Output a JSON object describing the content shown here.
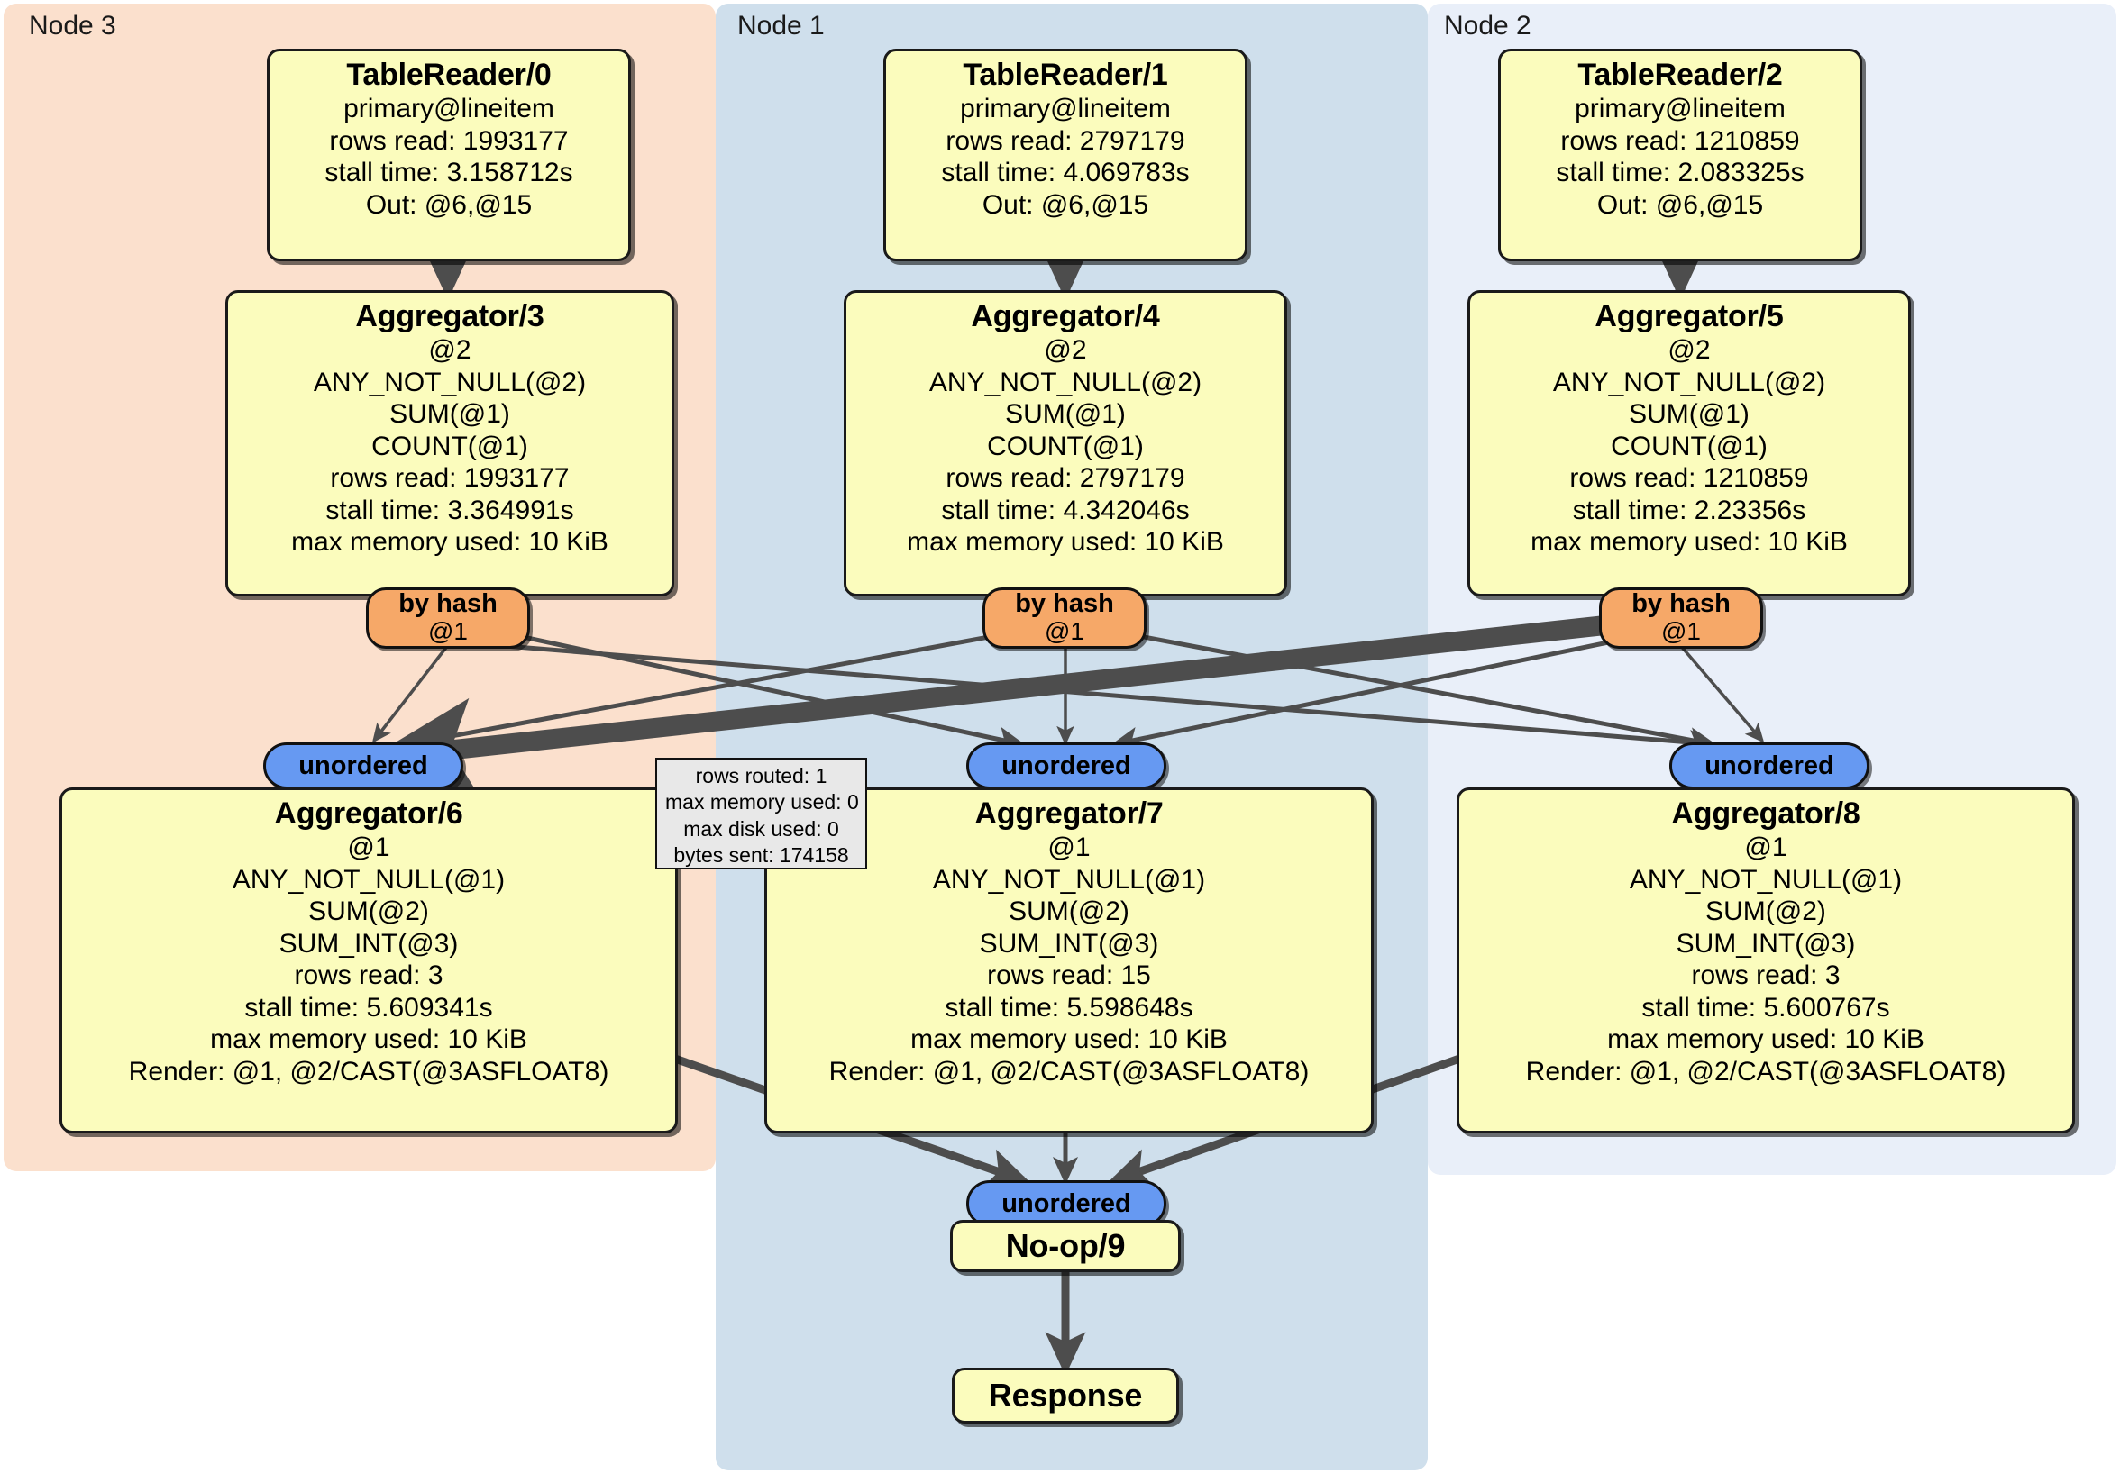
{
  "diagram": {
    "type": "distributed-query-execution-plan",
    "panels": [
      {
        "id": "node3",
        "label": "Node 3",
        "color": "#fbe0cd"
      },
      {
        "id": "node1",
        "label": "Node 1",
        "color": "#cfdfec"
      },
      {
        "id": "node2",
        "label": "Node 2",
        "color": "#e9eff9"
      }
    ],
    "processors": [
      {
        "id": "tablereader0",
        "title": "TableReader/0",
        "lines": [
          "primary@lineitem",
          "rows read: 1993177",
          "stall time: 3.158712s",
          "Out: @6,@15"
        ]
      },
      {
        "id": "tablereader1",
        "title": "TableReader/1",
        "lines": [
          "primary@lineitem",
          "rows read: 2797179",
          "stall time: 4.069783s",
          "Out: @6,@15"
        ]
      },
      {
        "id": "tablereader2",
        "title": "TableReader/2",
        "lines": [
          "primary@lineitem",
          "rows read: 1210859",
          "stall time: 2.083325s",
          "Out: @6,@15"
        ]
      },
      {
        "id": "aggregator3",
        "title": "Aggregator/3",
        "lines": [
          "@2",
          "ANY_NOT_NULL(@2)",
          "SUM(@1)",
          "COUNT(@1)",
          "rows read: 1993177",
          "stall time: 3.364991s",
          "max memory used: 10 KiB"
        ]
      },
      {
        "id": "aggregator4",
        "title": "Aggregator/4",
        "lines": [
          "@2",
          "ANY_NOT_NULL(@2)",
          "SUM(@1)",
          "COUNT(@1)",
          "rows read: 2797179",
          "stall time: 4.342046s",
          "max memory used: 10 KiB"
        ]
      },
      {
        "id": "aggregator5",
        "title": "Aggregator/5",
        "lines": [
          "@2",
          "ANY_NOT_NULL(@2)",
          "SUM(@1)",
          "COUNT(@1)",
          "rows read: 1210859",
          "stall time: 2.23356s",
          "max memory used: 10 KiB"
        ]
      },
      {
        "id": "aggregator6",
        "title": "Aggregator/6",
        "lines": [
          "@1",
          "ANY_NOT_NULL(@1)",
          "SUM(@2)",
          "SUM_INT(@3)",
          "rows read: 3",
          "stall time: 5.609341s",
          "max memory used: 10 KiB",
          "Render: @1, @2/CAST(@3ASFLOAT8)"
        ]
      },
      {
        "id": "aggregator7",
        "title": "Aggregator/7",
        "lines": [
          "@1",
          "ANY_NOT_NULL(@1)",
          "SUM(@2)",
          "SUM_INT(@3)",
          "rows read: 15",
          "stall time: 5.598648s",
          "max memory used: 10 KiB",
          "Render: @1, @2/CAST(@3ASFLOAT8)"
        ]
      },
      {
        "id": "aggregator8",
        "title": "Aggregator/8",
        "lines": [
          "@1",
          "ANY_NOT_NULL(@1)",
          "SUM(@2)",
          "SUM_INT(@3)",
          "rows read: 3",
          "stall time: 5.600767s",
          "max memory used: 10 KiB",
          "Render: @1, @2/CAST(@3ASFLOAT8)"
        ]
      },
      {
        "id": "noop9",
        "title": "No-op/9",
        "lines": []
      },
      {
        "id": "response",
        "title": "Response",
        "lines": []
      }
    ],
    "routers": [
      {
        "id": "router-node3",
        "title": "by hash",
        "sub": "@1"
      },
      {
        "id": "router-node1",
        "title": "by hash",
        "sub": "@1"
      },
      {
        "id": "router-node2",
        "title": "by hash",
        "sub": "@1"
      }
    ],
    "synchronizers": [
      {
        "id": "sync-node3",
        "title": "unordered"
      },
      {
        "id": "sync-node1",
        "title": "unordered"
      },
      {
        "id": "sync-node2",
        "title": "unordered"
      },
      {
        "id": "sync-final",
        "title": "unordered"
      }
    ],
    "stream_stats": {
      "id": "stream-stats",
      "lines": [
        "rows routed: 1",
        "max memory used: 0",
        "max disk used: 0",
        "bytes sent: 174158"
      ]
    },
    "colors": {
      "processor_fill": "#fbfcbd",
      "router_fill": "#f6a868",
      "sync_fill": "#6699f2",
      "stats_fill": "#e8e8e8",
      "edge": "#4d4d4d",
      "border": "#111111"
    }
  }
}
